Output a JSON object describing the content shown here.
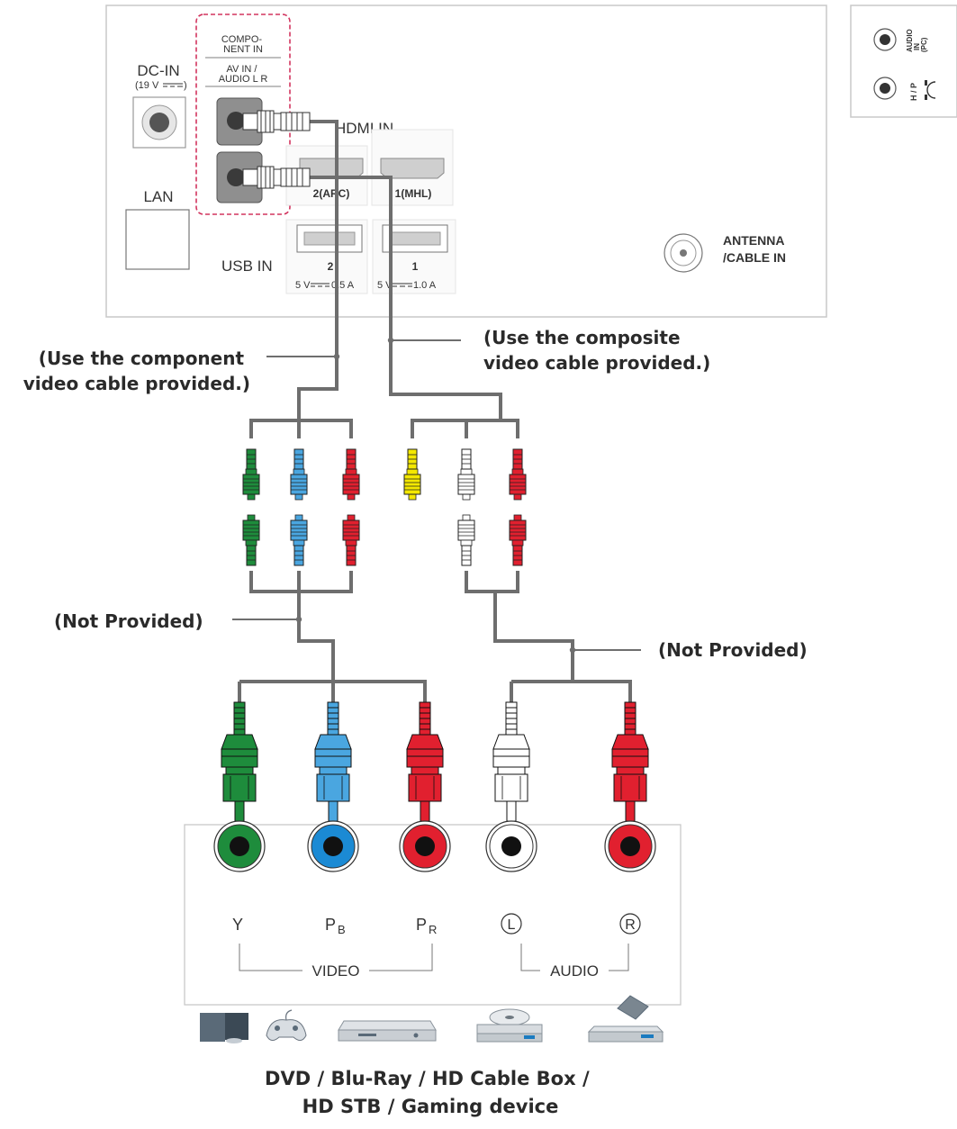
{
  "colors": {
    "green": "#1e8c3c",
    "blue": "#4aa6e0",
    "red": "#e1202f",
    "yellow": "#f4e800",
    "white": "#ffffff",
    "cable": "#6e6e6e",
    "panel_border": "#c8c8c8",
    "highlight_border": "#d2355f"
  },
  "tv_panel": {
    "component_in_label": "COMPO-\nNENT IN",
    "av_in_label": "AV IN /\nAUDIO L R",
    "dc_in_label": "DC-IN",
    "dc_in_rating": "(19 V",
    "lan_label": "LAN",
    "hdmi_in_label": "HDMI IN",
    "hdmi_ports": [
      "2(ARC)",
      "1(MHL)"
    ],
    "usb_in_label": "USB IN",
    "usb_ports": [
      {
        "number": "2",
        "rating": "5 V",
        "current": "0.5 A"
      },
      {
        "number": "1",
        "rating": "5 V",
        "current": "1.0 A"
      }
    ],
    "antenna_label": "ANTENNA\n/CABLE IN"
  },
  "side_panel": {
    "audio_in_label": "AUDIO\nIN\n(PC)",
    "headphone_label": "H / P"
  },
  "callouts": {
    "component_cable": "(Use the component\nvideo cable provided.)",
    "composite_cable": "(Use the composite\nvideo cable provided.)",
    "not_provided_left": "(Not Provided)",
    "not_provided_right": "(Not Provided)"
  },
  "device_panel": {
    "video_labels": [
      "Y",
      "P",
      "P"
    ],
    "video_subscripts": [
      "",
      "B",
      "R"
    ],
    "audio_labels": [
      "L",
      "R"
    ],
    "video_group_label": "VIDEO",
    "audio_group_label": "AUDIO"
  },
  "device_icons": [
    "pc-icon",
    "gamepad-icon",
    "blu-ray-player-icon",
    "dvd-player-icon",
    "cable-box-icon"
  ],
  "caption": "DVD / Blu-Ray / HD Cable Box /\nHD STB / Gaming device"
}
